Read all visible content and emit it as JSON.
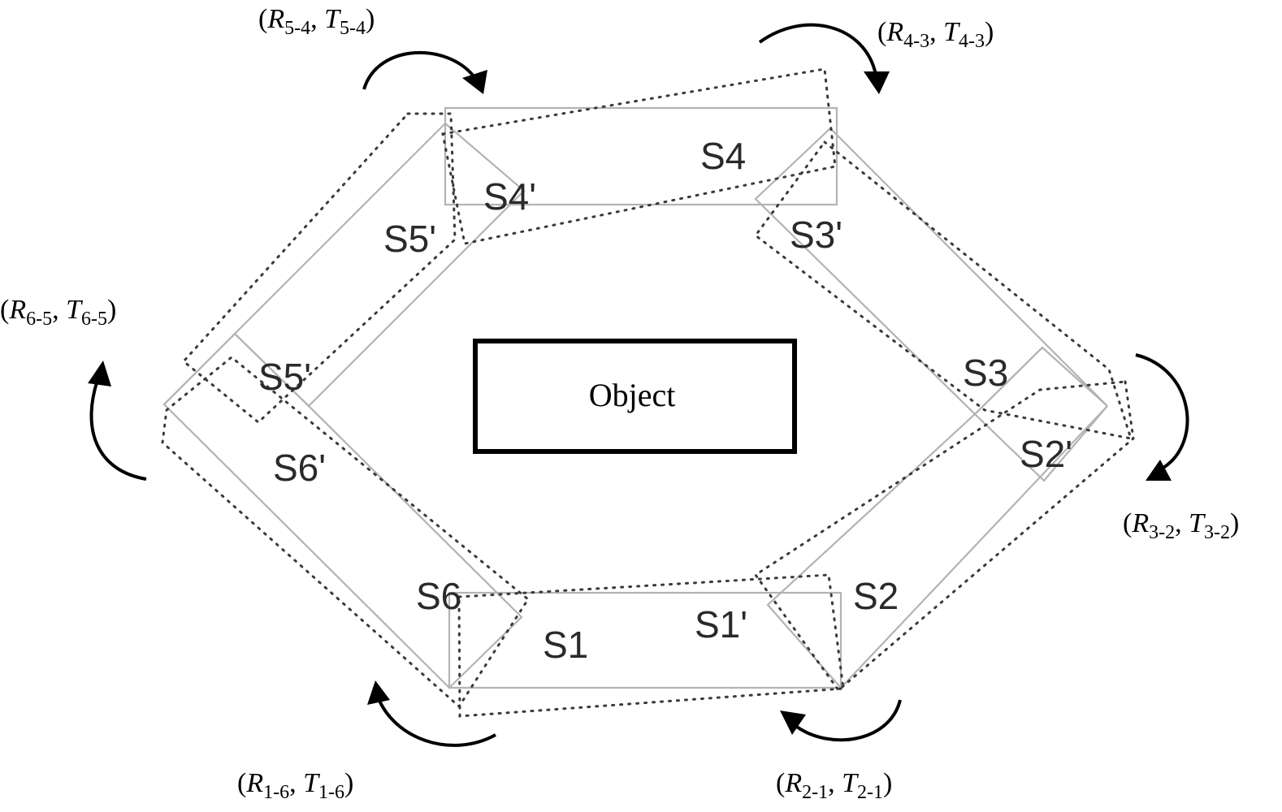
{
  "object": {
    "label": "Object"
  },
  "panels": [
    {
      "id": "s1",
      "label": "S1"
    },
    {
      "id": "s2",
      "label": "S2"
    },
    {
      "id": "s3",
      "label": "S3"
    },
    {
      "id": "s4",
      "label": "S4"
    },
    {
      "id": "s5",
      "label": "S5'"
    },
    {
      "id": "s6",
      "label": "S6"
    }
  ],
  "moved_panels": [
    {
      "id": "s1p",
      "label": "S1'"
    },
    {
      "id": "s2p",
      "label": "S2'"
    },
    {
      "id": "s3p",
      "label": "S3'"
    },
    {
      "id": "s4p",
      "label": "S4'"
    },
    {
      "id": "s5p",
      "label": "S5'"
    },
    {
      "id": "s6p",
      "label": "S6'"
    }
  ],
  "transforms": [
    {
      "id": "t54",
      "r": "R",
      "r_sub": "5-4",
      "sep": ", ",
      "t": "T",
      "t_sub": "5-4",
      "open": "(",
      "close": ")"
    },
    {
      "id": "t43",
      "r": "R",
      "r_sub": "4-3",
      "sep": ", ",
      "t": "T",
      "t_sub": "4-3",
      "open": "(",
      "close": ")"
    },
    {
      "id": "t65",
      "r": "R",
      "r_sub": "6-5",
      "sep": ", ",
      "t": "T",
      "t_sub": "6-5",
      "open": "(",
      "close": ")"
    },
    {
      "id": "t32",
      "r": "R",
      "r_sub": "3-2",
      "sep": ", ",
      "t": "T",
      "t_sub": "3-2",
      "open": "(",
      "close": ")"
    },
    {
      "id": "t16",
      "r": "R",
      "r_sub": "1-6",
      "sep": ", ",
      "t": "T",
      "t_sub": "1-6",
      "open": "(",
      "close": ")"
    },
    {
      "id": "t21",
      "r": "R",
      "r_sub": "2-1",
      "sep": ", ",
      "t": "T",
      "t_sub": "2-1",
      "open": "(",
      "close": ")"
    }
  ],
  "colors": {
    "solid_outline": "#b3b3b3",
    "dotted_outline": "#3a3a3a",
    "ink": "#000000"
  }
}
